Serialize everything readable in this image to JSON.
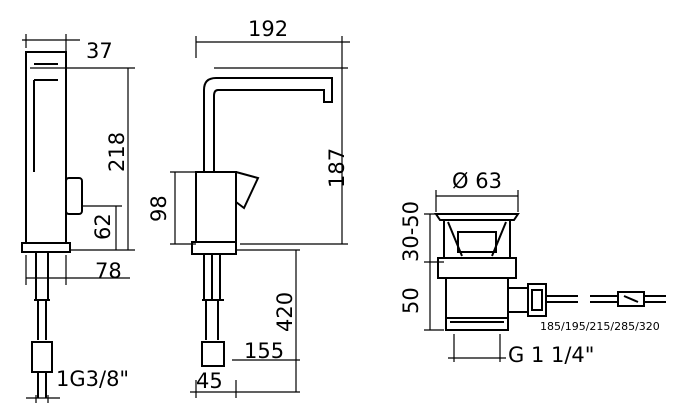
{
  "side_view": {
    "dim_width_top": "37",
    "dim_height_total": "218",
    "dim_lever_height": "62",
    "dim_depth": "78",
    "dim_connection": "1G3/8\""
  },
  "front_view": {
    "dim_reach": "192",
    "dim_spout_height": "187",
    "dim_body_height": "98",
    "dim_hose_length": "420",
    "dim_hose_offset": "155",
    "dim_base_width": "45"
  },
  "drain_view": {
    "dim_diameter": "Ø 63",
    "dim_range": "30-50",
    "dim_height": "50",
    "dim_thread": "G 1 1/4\"",
    "rod_lengths": "185/195/215/285/320"
  },
  "colors": {
    "line": "#000000",
    "background": "#ffffff"
  }
}
